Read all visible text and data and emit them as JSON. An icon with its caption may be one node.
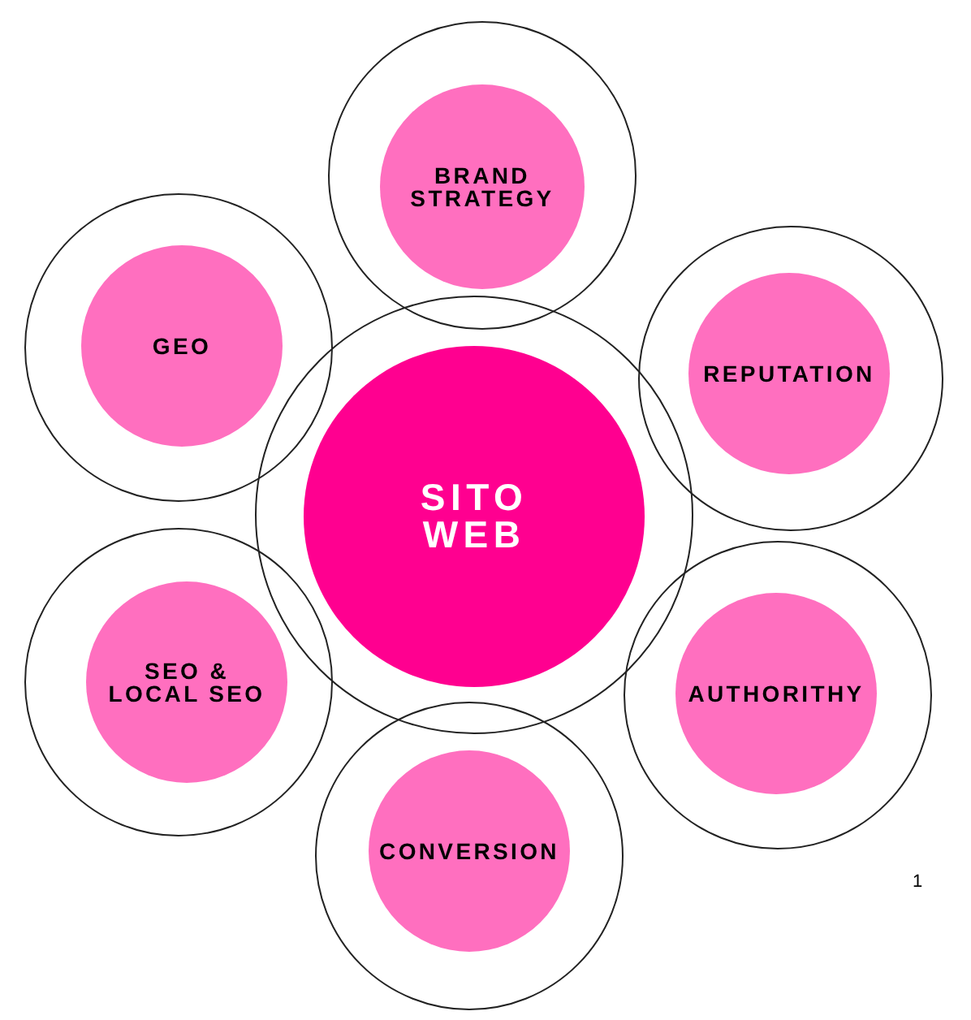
{
  "diagram": {
    "nodes": [
      {
        "text": [],
        "shape": "circle"
      },
      {
        "text": [
          "BRAND STRATEGY"
        ],
        "in": 0
      },
      {
        "text": [],
        "shape": "circle"
      },
      {
        "text": [
          "GEO"
        ],
        "in": 2
      },
      {
        "text": [],
        "shape": "circle"
      },
      {
        "text": [
          "REPUTATION"
        ],
        "in": 4
      },
      {
        "text": [],
        "shape": "circle"
      },
      {
        "text": [
          "SITO WEB"
        ],
        "in": 6
      },
      {
        "text": [],
        "shape": "circle"
      },
      {
        "text": [
          "SEO & LOCAL SEO"
        ],
        "in": 8
      },
      {
        "text": [],
        "shape": "circle"
      },
      {
        "text": [
          "AUTHORITHY"
        ],
        "in": 10
      },
      {
        "text": [],
        "shape": "circle"
      },
      {
        "text": [
          "CONVERSION"
        ],
        "in": 12
      }
    ],
    "labels": [
      "1"
    ]
  }
}
